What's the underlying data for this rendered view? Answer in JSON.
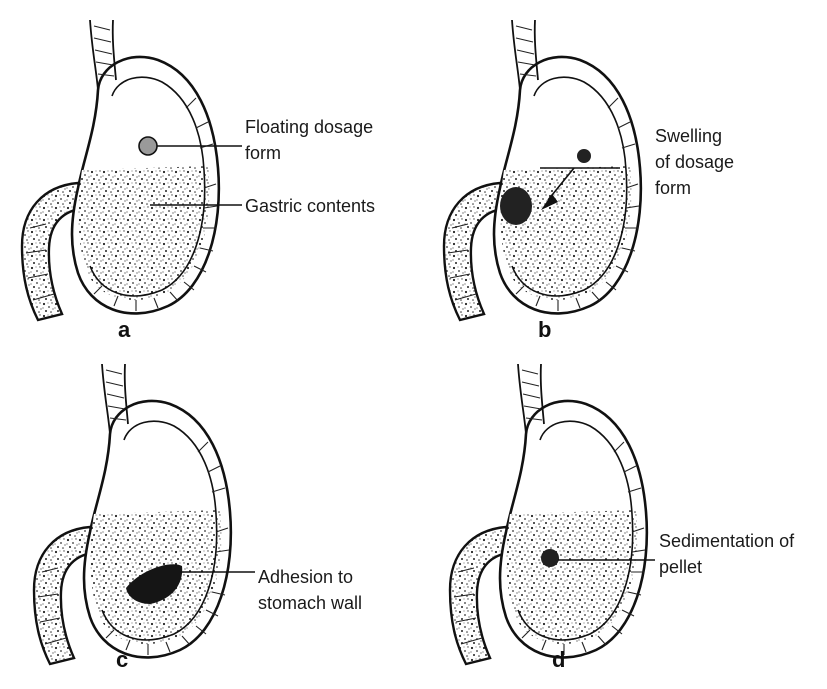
{
  "panels": [
    {
      "letter": "a",
      "labels": [
        {
          "lines": [
            "Floating dosage",
            "form"
          ]
        },
        {
          "lines": [
            "Gastric contents"
          ]
        }
      ]
    },
    {
      "letter": "b",
      "labels": [
        {
          "lines": [
            "Swelling",
            "of dosage",
            "form"
          ]
        }
      ]
    },
    {
      "letter": "c",
      "labels": [
        {
          "lines": [
            "Adhesion to",
            "stomach wall"
          ]
        }
      ]
    },
    {
      "letter": "d",
      "labels": [
        {
          "lines": [
            "Sedimentation of",
            "pellet"
          ]
        }
      ]
    }
  ]
}
